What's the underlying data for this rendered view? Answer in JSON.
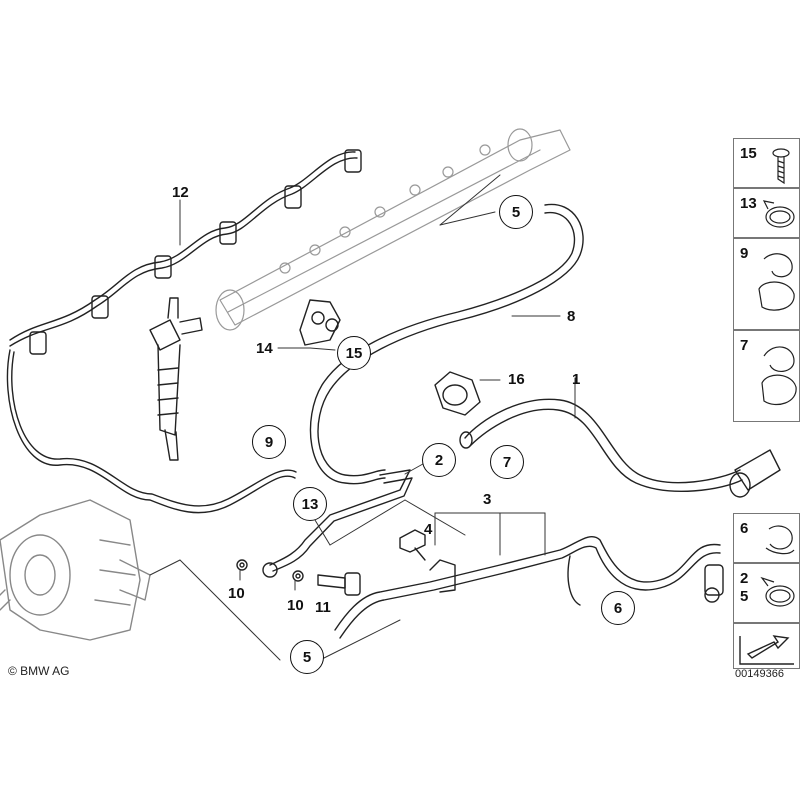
{
  "callouts": {
    "c1": "1",
    "c2": "2",
    "c3": "3",
    "c4": "4",
    "c5a": "5",
    "c5b": "5",
    "c6": "6",
    "c7": "7",
    "c8": "8",
    "c9": "9",
    "c10a": "10",
    "c10b": "10",
    "c11": "11",
    "c12": "12",
    "c13": "13",
    "c14": "14",
    "c15": "15",
    "c16": "16"
  },
  "legend": {
    "items": [
      {
        "label": "15",
        "icon": "screw-icon"
      },
      {
        "label": "13",
        "icon": "hose-clamp-icon"
      },
      {
        "label": "9",
        "icon": "double-clip-icon"
      },
      {
        "label": "7",
        "icon": "double-clip-large-icon"
      },
      {
        "label": "6",
        "icon": "single-clip-icon"
      },
      {
        "label": "2\n5",
        "icon": "spring-clamp-icon"
      },
      {
        "label": "",
        "icon": "arrow-icon"
      }
    ]
  },
  "footer": {
    "copyright": "© BMW AG",
    "diagram_id": "00149366"
  }
}
